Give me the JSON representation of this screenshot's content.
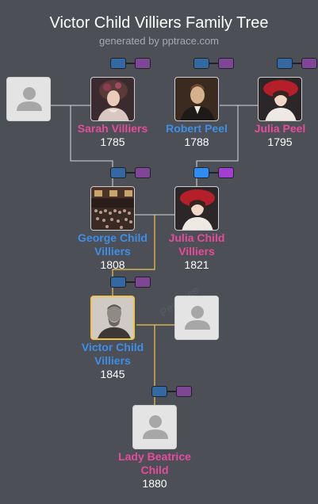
{
  "header": {
    "title": "Victor Child Villiers Family Tree",
    "subtitle": "generated by pptrace.com"
  },
  "watermark": "Pedigree",
  "people": {
    "unknown_spouse_top": {
      "name": "",
      "year": "",
      "gender": "unknown"
    },
    "sarah": {
      "name": "Sarah Villiers",
      "year": "1785",
      "gender": "female",
      "portrait": "woman-portrait"
    },
    "robert": {
      "name": "Robert Peel",
      "year": "1788",
      "gender": "male",
      "portrait": "man-portrait"
    },
    "julia_peel": {
      "name": "Julia Peel",
      "year": "1795",
      "gender": "female",
      "portrait": "woman-red-hat-portrait"
    },
    "george": {
      "name": "George Child Villiers",
      "year": "1808",
      "gender": "male",
      "portrait": "assembly-painting"
    },
    "julia_child": {
      "name": "Julia Child Villiers",
      "year": "1821",
      "gender": "female",
      "portrait": "woman-red-hat-portrait"
    },
    "victor": {
      "name": "Victor Child Villiers",
      "year": "1845",
      "gender": "male",
      "portrait": "bearded-man-photo",
      "focus": true
    },
    "unknown_spouse_victor": {
      "name": "",
      "year": "",
      "gender": "unknown"
    },
    "lady_beatrice": {
      "name": "Lady Beatrice Child",
      "year": "1880",
      "gender": "female"
    }
  },
  "colors": {
    "background": "#4c4f56",
    "male_name": "#3e8ee8",
    "female_name": "#e64b9c",
    "line": "#d8dadd",
    "focus_line": "#f0c44c",
    "father_button": "#3468a0",
    "mother_button": "#7f4696"
  }
}
